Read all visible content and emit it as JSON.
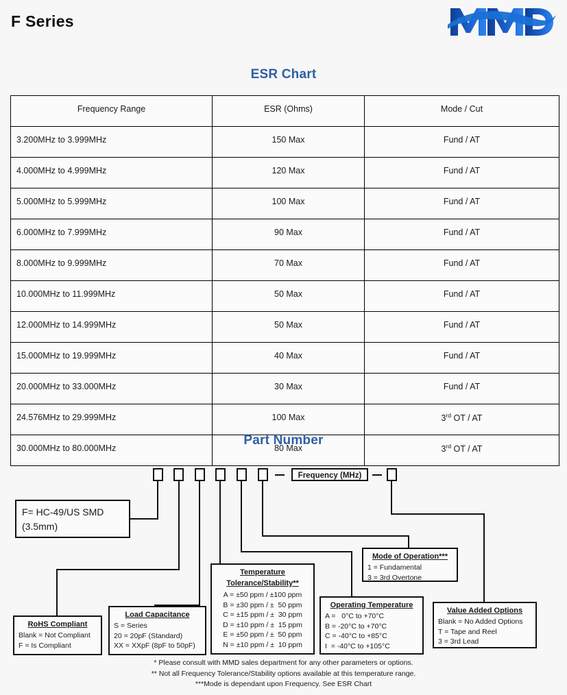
{
  "header": {
    "title": "F Series",
    "logo_text": "MMD",
    "logo_color": "#1a5fc4"
  },
  "sections": {
    "esr_heading": "ESR Chart",
    "part_number_heading": "Part Number",
    "heading_color": "#2e5fa3"
  },
  "esr_table": {
    "columns": [
      "Frequency Range",
      "ESR (Ohms)",
      "Mode / Cut"
    ],
    "rows": [
      {
        "freq": "3.200MHz to 3.999MHz",
        "esr": "150 Max",
        "mode": "Fund / AT",
        "mode_sup": ""
      },
      {
        "freq": "4.000MHz to 4.999MHz",
        "esr": "120 Max",
        "mode": "Fund / AT",
        "mode_sup": ""
      },
      {
        "freq": "5.000MHz to 5.999MHz",
        "esr": "100 Max",
        "mode": "Fund / AT",
        "mode_sup": ""
      },
      {
        "freq": "6.000MHz to 7.999MHz",
        "esr": "90 Max",
        "mode": "Fund / AT",
        "mode_sup": ""
      },
      {
        "freq": "8.000MHz to 9.999MHz",
        "esr": "70 Max",
        "mode": "Fund / AT",
        "mode_sup": ""
      },
      {
        "freq": "10.000MHz to 11.999MHz",
        "esr": "50 Max",
        "mode": "Fund / AT",
        "mode_sup": ""
      },
      {
        "freq": "12.000MHz to 14.999MHz",
        "esr": "50 Max",
        "mode": "Fund / AT",
        "mode_sup": ""
      },
      {
        "freq": "15.000MHz to 19.999MHz",
        "esr": "40 Max",
        "mode": "Fund / AT",
        "mode_sup": ""
      },
      {
        "freq": "20.000MHz to 33.000MHz",
        "esr": "30 Max",
        "mode": "Fund / AT",
        "mode_sup": ""
      },
      {
        "freq": "24.576MHz to 29.999MHz",
        "esr": "100 Max",
        "mode_pre": "3",
        "mode_sup": "rd",
        "mode": " OT / AT"
      },
      {
        "freq": "30.000MHz to 80.000MHz",
        "esr": "80 Max",
        "mode_pre": "3",
        "mode_sup": "rd",
        "mode": " OT / AT"
      }
    ]
  },
  "part_number": {
    "slot_count": 7,
    "frequency_field": "Frequency (MHz)",
    "package": {
      "line1": "F= HC-49/US SMD",
      "line2": "(3.5mm)"
    },
    "legends": {
      "rohs": {
        "title": "RoHS Compliant",
        "lines": [
          "Blank = Not Compliant",
          "F = Is Compliant"
        ]
      },
      "load_capacitance": {
        "title": "Load Capacitance",
        "lines": [
          "S = Series",
          "20 = 20pF (Standard)",
          "XX = XXpF (8pF to 50pF)"
        ]
      },
      "temperature_tolerance": {
        "title_line1": "Temperature",
        "title_line2": "Tolerance/Stability",
        "title_stars": "**",
        "lines": [
          "A = ±50 ppm / ±100 ppm",
          "B = ±30 ppm / ±  50 ppm",
          "C = ±15 ppm / ±  30 ppm",
          "D = ±10 ppm / ±  15 ppm",
          "E = ±50 ppm / ±  50 ppm",
          "N = ±10 ppm / ±  10 ppm"
        ]
      },
      "operating_temperature": {
        "title": "Operating Temperature",
        "lines": [
          "A =   0°C to +70°C",
          "B = -20°C to +70°C",
          "C = -40°C to +85°C",
          "I  = -40°C to +105°C"
        ]
      },
      "mode_of_operation": {
        "title": "Mode of Operation",
        "title_stars": "***",
        "lines": [
          "1 = Fundamental",
          "3 = 3rd Overtone"
        ]
      },
      "value_added_options": {
        "title": "Value Added Options",
        "lines": [
          "Blank = No Added Options",
          "T = Tape and Reel",
          "3 = 3rd Lead"
        ]
      }
    }
  },
  "footnotes": [
    "* Please consult with MMD sales department for any other parameters or options.",
    "** Not all Frequency Tolerance/Stability options available at this temperature range.",
    "***Mode is dependant upon Frequency. See ESR Chart"
  ]
}
